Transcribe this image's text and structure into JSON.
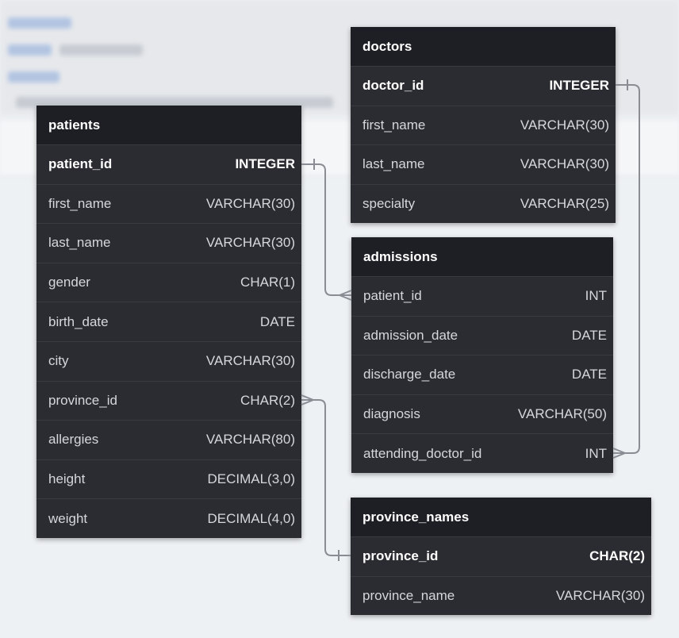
{
  "tables": {
    "patients": {
      "name": "patients",
      "columns": [
        {
          "name": "patient_id",
          "type": "INTEGER",
          "pk": true
        },
        {
          "name": "first_name",
          "type": "VARCHAR(30)"
        },
        {
          "name": "last_name",
          "type": "VARCHAR(30)"
        },
        {
          "name": "gender",
          "type": "CHAR(1)"
        },
        {
          "name": "birth_date",
          "type": "DATE"
        },
        {
          "name": "city",
          "type": "VARCHAR(30)"
        },
        {
          "name": "province_id",
          "type": "CHAR(2)"
        },
        {
          "name": "allergies",
          "type": "VARCHAR(80)"
        },
        {
          "name": "height",
          "type": "DECIMAL(3,0)"
        },
        {
          "name": "weight",
          "type": "DECIMAL(4,0)"
        }
      ]
    },
    "doctors": {
      "name": "doctors",
      "columns": [
        {
          "name": "doctor_id",
          "type": "INTEGER",
          "pk": true
        },
        {
          "name": "first_name",
          "type": "VARCHAR(30)"
        },
        {
          "name": "last_name",
          "type": "VARCHAR(30)"
        },
        {
          "name": "specialty",
          "type": "VARCHAR(25)"
        }
      ]
    },
    "admissions": {
      "name": "admissions",
      "columns": [
        {
          "name": "patient_id",
          "type": "INT"
        },
        {
          "name": "admission_date",
          "type": "DATE"
        },
        {
          "name": "discharge_date",
          "type": "DATE"
        },
        {
          "name": "diagnosis",
          "type": "VARCHAR(50)"
        },
        {
          "name": "attending_doctor_id",
          "type": "INT"
        }
      ]
    },
    "province_names": {
      "name": "province_names",
      "columns": [
        {
          "name": "province_id",
          "type": "CHAR(2)",
          "pk": true
        },
        {
          "name": "province_name",
          "type": "VARCHAR(30)"
        }
      ]
    }
  },
  "colors": {
    "header_bg": "#1e1f24",
    "body_bg": "#2b2c32",
    "connector": "#8a8d94"
  }
}
